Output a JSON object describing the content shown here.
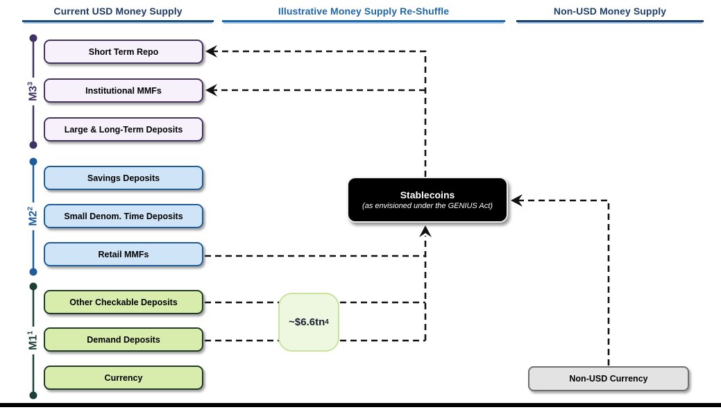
{
  "headers": {
    "left": "Current USD Money Supply",
    "center": "Illustrative Money Supply Re-Shuffle",
    "right": "Non-USD Money Supply"
  },
  "groups": {
    "m3": {
      "name": "M3",
      "sup": "3",
      "color": "#3f3264",
      "boxes": [
        "Short Term Repo",
        "Institutional MMFs",
        "Large & Long-Term Deposits"
      ]
    },
    "m2": {
      "name": "M2",
      "sup": "2",
      "color": "#1f5c99",
      "boxes": [
        "Savings Deposits",
        "Small Denom. Time Deposits",
        "Retail MMFs"
      ]
    },
    "m1": {
      "name": "M1",
      "sup": "1",
      "color": "#1c4038",
      "boxes": [
        "Other Checkable Deposits",
        "Demand Deposits",
        "Currency"
      ]
    }
  },
  "stablecoins": {
    "title": "Stablecoins",
    "subtitle": "(as envisioned under the GENIUS Act)"
  },
  "amount": {
    "value": "~$6.6tn",
    "sup": "4"
  },
  "non_usd": {
    "label": "Non-USD Currency"
  },
  "colors": {
    "header_left": "#1f3864",
    "header_center": "#2066a8",
    "header_right": "#1f3f6e",
    "purple_fill": "#f6f1fb",
    "purple_border": "#46325f",
    "blue_fill": "#cfe5f7",
    "blue_border": "#1f5c99",
    "green_fill": "#d8ecab",
    "green_border": "#203b28",
    "amount_fill": "#eef7df",
    "amount_border": "#c9e29c",
    "stablecoins_fill": "#000000",
    "non_usd_fill": "#e3e3e3",
    "non_usd_border": "#6f6f6f",
    "connector": "#111111"
  }
}
